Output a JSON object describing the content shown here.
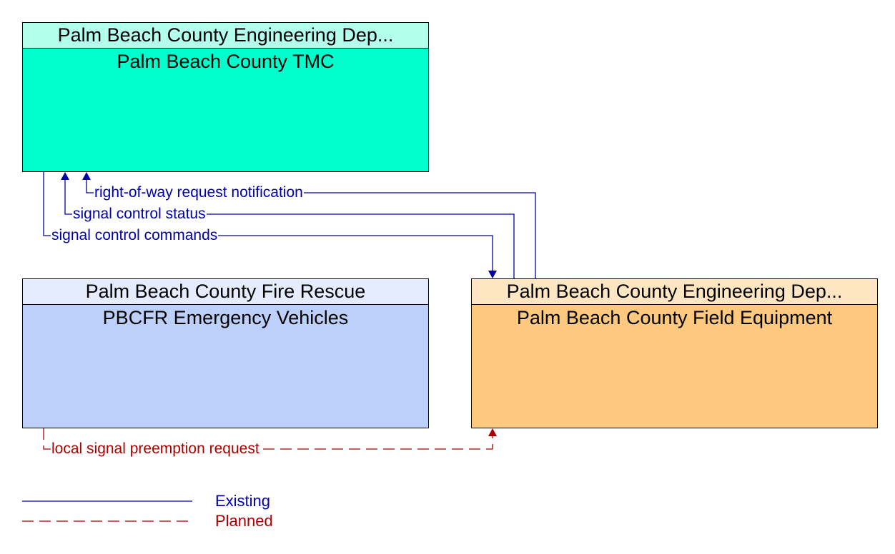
{
  "diagram": {
    "elements": [
      {
        "id": "tmc",
        "owner": "Palm Beach County Engineering Dep...",
        "name": "Palm Beach County TMC",
        "fill": "#00ffcc"
      },
      {
        "id": "fire",
        "owner": "Palm Beach County Fire Rescue",
        "name": "PBCFR Emergency Vehicles",
        "fill": "#bcd0fa"
      },
      {
        "id": "field",
        "owner": "Palm Beach County Engineering Dep...",
        "name": "Palm Beach County Field Equipment",
        "fill": "#fdc97e"
      }
    ],
    "flows": [
      {
        "label": "right-of-way request notification",
        "from": "field",
        "to": "tmc",
        "status": "Existing"
      },
      {
        "label": "signal control status",
        "from": "field",
        "to": "tmc",
        "status": "Existing"
      },
      {
        "label": "signal control commands",
        "from": "tmc",
        "to": "field",
        "status": "Existing"
      },
      {
        "label": "local signal preemption request",
        "from": "fire",
        "to": "field",
        "status": "Planned"
      }
    ],
    "legend": [
      {
        "label": "Existing",
        "style": "solid",
        "color": "#0000aa"
      },
      {
        "label": "Planned",
        "style": "dashed",
        "color": "#aa0000"
      }
    ]
  }
}
